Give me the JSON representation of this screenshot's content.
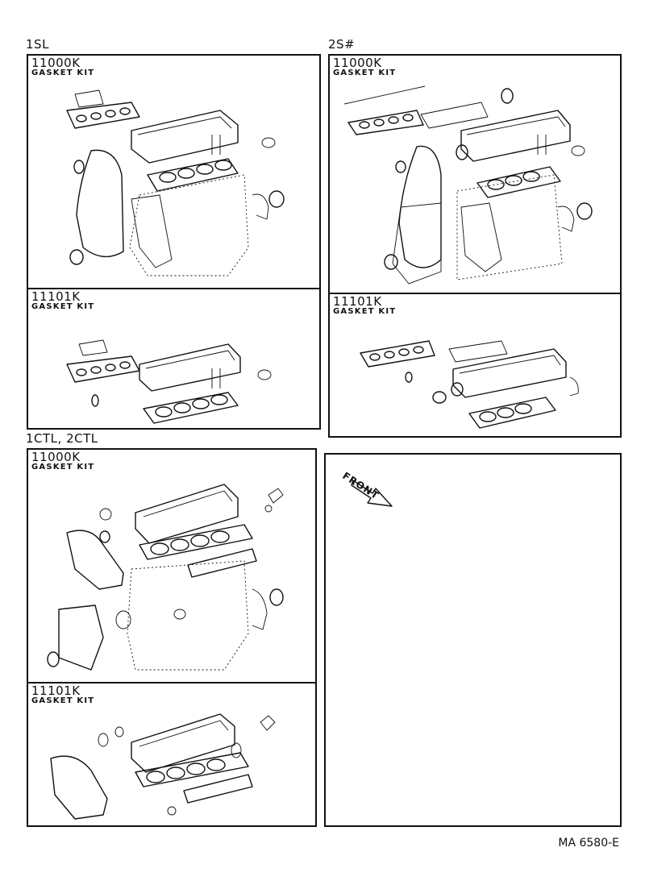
{
  "sections": [
    {
      "label": "1SL",
      "panels": [
        {
          "part_number": "11000K",
          "description": "GASKET KIT"
        },
        {
          "part_number": "11101K",
          "description": "GASKET KIT"
        }
      ]
    },
    {
      "label": "2S#",
      "panels": [
        {
          "part_number": "11000K",
          "description": "GASKET KIT"
        },
        {
          "part_number": "11101K",
          "description": "GASKET KIT"
        }
      ]
    },
    {
      "label": "1CTL, 2CTL",
      "panels": [
        {
          "part_number": "11000K",
          "description": "GASKET KIT"
        },
        {
          "part_number": "11101K",
          "description": "GASKET KIT"
        }
      ]
    }
  ],
  "orientation": {
    "label": "FRONT"
  },
  "document_code": "MA 6580-E"
}
